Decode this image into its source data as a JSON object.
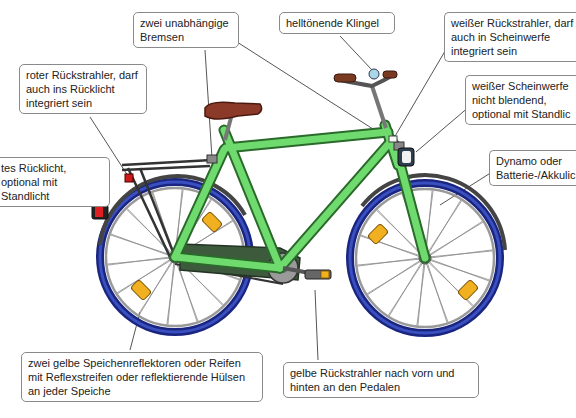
{
  "diagram": {
    "nodes": [
      {
        "text": [
          "zwei unabhängige Bremsen"
        ]
      },
      {
        "text": [
          "helltönende Klingel"
        ]
      },
      {
        "text": [
          "weißer Rückstrahler, darf auch in Scheinwerfe integriert sein"
        ]
      },
      {
        "text": [
          "roter Rückstrahler, darf auch ins Rücklicht integriert sein"
        ]
      },
      {
        "text": [
          "weißer Scheinwerfe nicht blendend, optional mit Standlic"
        ]
      },
      {
        "text": [
          "tes Rücklicht, optional mit Standlicht"
        ]
      },
      {
        "text": [
          "Dynamo oder Batterie-/Akkulic"
        ]
      },
      {
        "text": [
          "zwei gelbe Speichenreflektoren oder Reifen mit Reflexstreifen oder reflektierende Hülsen an jeder Speiche"
        ]
      },
      {
        "text": [
          "gelbe Rückstrahler nach vorn und hinten an den Pedalen"
        ]
      }
    ]
  }
}
